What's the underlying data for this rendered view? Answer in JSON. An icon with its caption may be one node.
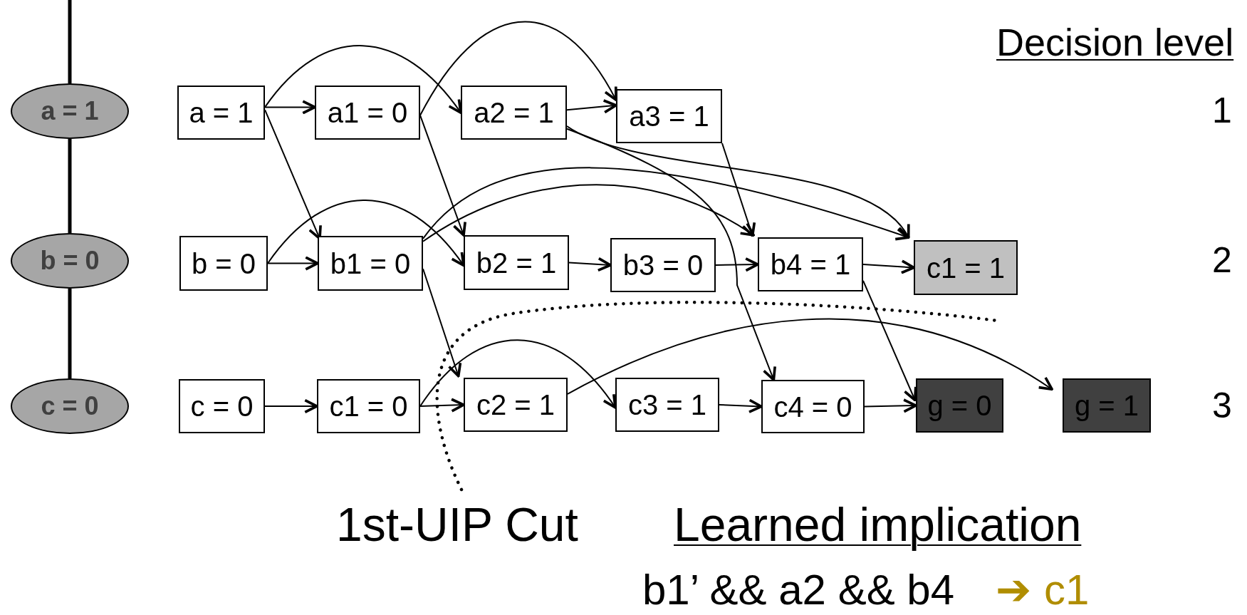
{
  "diagram": {
    "nodes": [
      {
        "text": [
          "a = 1"
        ]
      },
      {
        "text": [
          "b = 0"
        ]
      },
      {
        "text": [
          "c = 0"
        ]
      },
      {
        "text": [
          "a = 1"
        ]
      },
      {
        "text": [
          "a1 = 0"
        ]
      },
      {
        "text": [
          "a2 = 1"
        ]
      },
      {
        "text": [
          "a3 = 1"
        ]
      },
      {
        "text": [
          "b = 0"
        ]
      },
      {
        "text": [
          "b1 = 0"
        ]
      },
      {
        "text": [
          "b2 = 1"
        ]
      },
      {
        "text": [
          "b3 = 0"
        ]
      },
      {
        "text": [
          "b4 = 1"
        ]
      },
      {
        "text": [
          "c1 = 1"
        ]
      },
      {
        "text": [
          "c = 0"
        ]
      },
      {
        "text": [
          "c1 = 0"
        ]
      },
      {
        "text": [
          "c2 = 1"
        ]
      },
      {
        "text": [
          "c3 = 1"
        ]
      },
      {
        "text": [
          "c4 = 0"
        ]
      },
      {
        "text": [
          "g = 0"
        ]
      },
      {
        "text": [
          "g = 1"
        ]
      }
    ],
    "edges": [
      {
        "from": null,
        "to": 0,
        "arrow": "none",
        "style": "thick"
      },
      {
        "from": 0,
        "to": 1,
        "arrow": "none",
        "style": "thick"
      },
      {
        "from": 1,
        "to": 2,
        "arrow": "none",
        "style": "thick"
      },
      {
        "from": 3,
        "to": 4,
        "arrow": "to"
      },
      {
        "from": 3,
        "to": 5,
        "arrow": "to"
      },
      {
        "from": 3,
        "to": 8,
        "arrow": "to"
      },
      {
        "from": 4,
        "to": 6,
        "arrow": "to"
      },
      {
        "from": 4,
        "to": 9,
        "arrow": "to"
      },
      {
        "from": 5,
        "to": 6,
        "arrow": "to"
      },
      {
        "from": 5,
        "to": 12,
        "arrow": "to"
      },
      {
        "from": 5,
        "to": 17,
        "arrow": "to"
      },
      {
        "from": 6,
        "to": 11,
        "arrow": "to"
      },
      {
        "from": 7,
        "to": 8,
        "arrow": "to"
      },
      {
        "from": 7,
        "to": 9,
        "arrow": "to"
      },
      {
        "from": 8,
        "to": 12,
        "arrow": "to"
      },
      {
        "from": 8,
        "to": 11,
        "arrow": "to"
      },
      {
        "from": 8,
        "to": 15,
        "arrow": "to"
      },
      {
        "from": 9,
        "to": 10,
        "arrow": "to"
      },
      {
        "from": 10,
        "to": 11,
        "arrow": "to"
      },
      {
        "from": 11,
        "to": 12,
        "arrow": "to"
      },
      {
        "from": 11,
        "to": 18,
        "arrow": "to"
      },
      {
        "from": 13,
        "to": 14,
        "arrow": "to"
      },
      {
        "from": 14,
        "to": 15,
        "arrow": "to"
      },
      {
        "from": 14,
        "to": 16,
        "arrow": "to"
      },
      {
        "from": 15,
        "to": 19,
        "arrow": "to"
      },
      {
        "from": 16,
        "to": 17,
        "arrow": "to"
      },
      {
        "from": 17,
        "to": 18,
        "arrow": "to"
      }
    ],
    "labels": [
      "Decision level",
      "1",
      "2",
      "3",
      "1st-UIP Cut",
      "Learned implication",
      "b1’ && a2 && b4",
      "➔",
      "c1"
    ]
  }
}
